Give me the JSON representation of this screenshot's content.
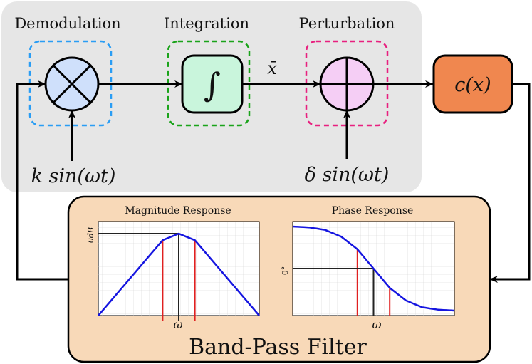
{
  "labels": {
    "demodulation": "Demodulation",
    "integration": "Integration",
    "perturbation": "Perturbation",
    "integral_symbol": "∫",
    "xbar": "x̄",
    "cost": "c(x)",
    "k_sin": "k sin(ωt)",
    "delta_sin": "δ sin(ωt)",
    "filter_title": "Band-Pass Filter",
    "magnitude_title": "Magnitude Response",
    "phase_title": "Phase Response",
    "mag_ylabel": "0dB",
    "phase_ylabel": "0°",
    "omega": "ω"
  },
  "colors": {
    "gray_region": "#e6e6e6",
    "filter_fill": "#f8d9b8",
    "demod_border": "#2a9df4",
    "integ_border": "#1aa31a",
    "pert_border": "#e8207f",
    "multiplier_fill": "#cfe0fb",
    "integrator_fill": "#c9f5dc",
    "summer_fill": "#f5cef5",
    "cost_fill": "#f0874f",
    "curve": "#1515e0",
    "cutoff": "#e02020",
    "center": "#222222"
  },
  "chart_data": [
    {
      "type": "line",
      "title": "Magnitude Response",
      "ylabel": "0dB",
      "xlabel": "ω",
      "shape": "band-pass magnitude peak",
      "x": [
        0,
        0.1,
        0.2,
        0.3,
        0.4,
        0.5,
        0.6,
        0.7,
        0.8,
        0.9,
        1.0
      ],
      "y": [
        0.0,
        0.23,
        0.46,
        0.69,
        0.92,
        1.0,
        0.92,
        0.69,
        0.46,
        0.23,
        0.0
      ],
      "center_x": 0.5,
      "cutoff_x": [
        0.4,
        0.6
      ],
      "grid": true
    },
    {
      "type": "line",
      "title": "Phase Response",
      "ylabel": "0°",
      "xlabel": "ω",
      "shape": "decreasing sigmoid",
      "x": [
        0,
        0.1,
        0.2,
        0.3,
        0.4,
        0.5,
        0.6,
        0.7,
        0.8,
        0.9,
        1.0
      ],
      "y": [
        1.0,
        0.99,
        0.96,
        0.88,
        0.73,
        0.5,
        0.27,
        0.12,
        0.04,
        0.01,
        0.0
      ],
      "center_x": 0.5,
      "cutoff_x": [
        0.4,
        0.6
      ],
      "grid": true
    }
  ]
}
